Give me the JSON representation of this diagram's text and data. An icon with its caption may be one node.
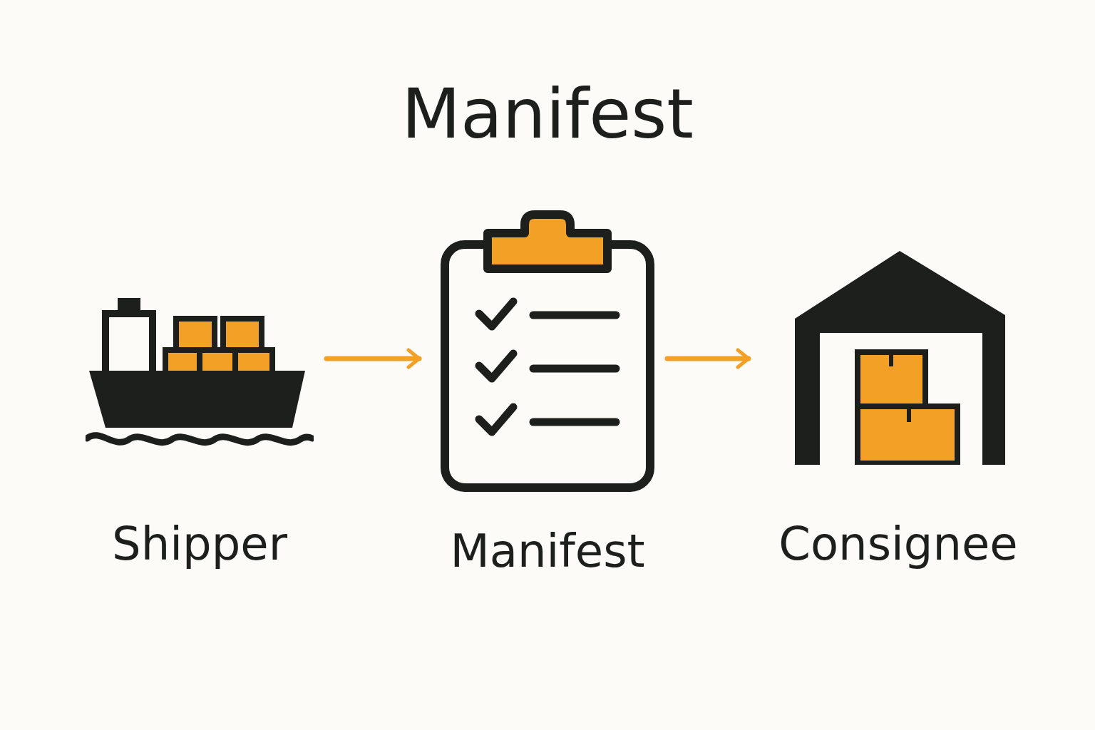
{
  "diagram": {
    "title": "Manifest",
    "nodes": [
      {
        "text": [
          "Shipper"
        ]
      },
      {
        "text": [
          "Manifest"
        ]
      },
      {
        "text": [
          "Consignee"
        ]
      }
    ],
    "edges": [
      {
        "from": 0,
        "to": 1,
        "arrow": "to"
      },
      {
        "from": 1,
        "to": 2,
        "arrow": "to"
      }
    ]
  }
}
